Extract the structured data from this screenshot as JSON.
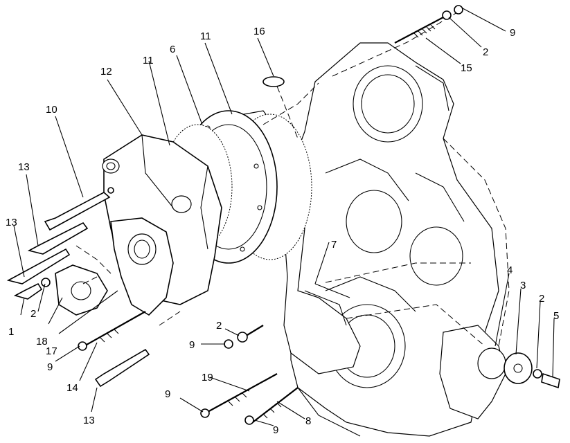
{
  "callouts": {
    "c1": "1",
    "c2a": "2",
    "c2b": "2",
    "c2c": "2",
    "c2d": "2",
    "c3": "3",
    "c4": "4",
    "c5": "5",
    "c6": "6",
    "c7": "7",
    "c8": "8",
    "c9a": "9",
    "c9b": "9",
    "c9c": "9",
    "c9d": "9",
    "c9e": "9",
    "c10": "10",
    "c11a": "11",
    "c11b": "11",
    "c12": "12",
    "c13a": "13",
    "c13b": "13",
    "c13c": "13",
    "c14": "14",
    "c15": "15",
    "c16": "16",
    "c17": "17",
    "c18": "18",
    "c19": "19"
  }
}
